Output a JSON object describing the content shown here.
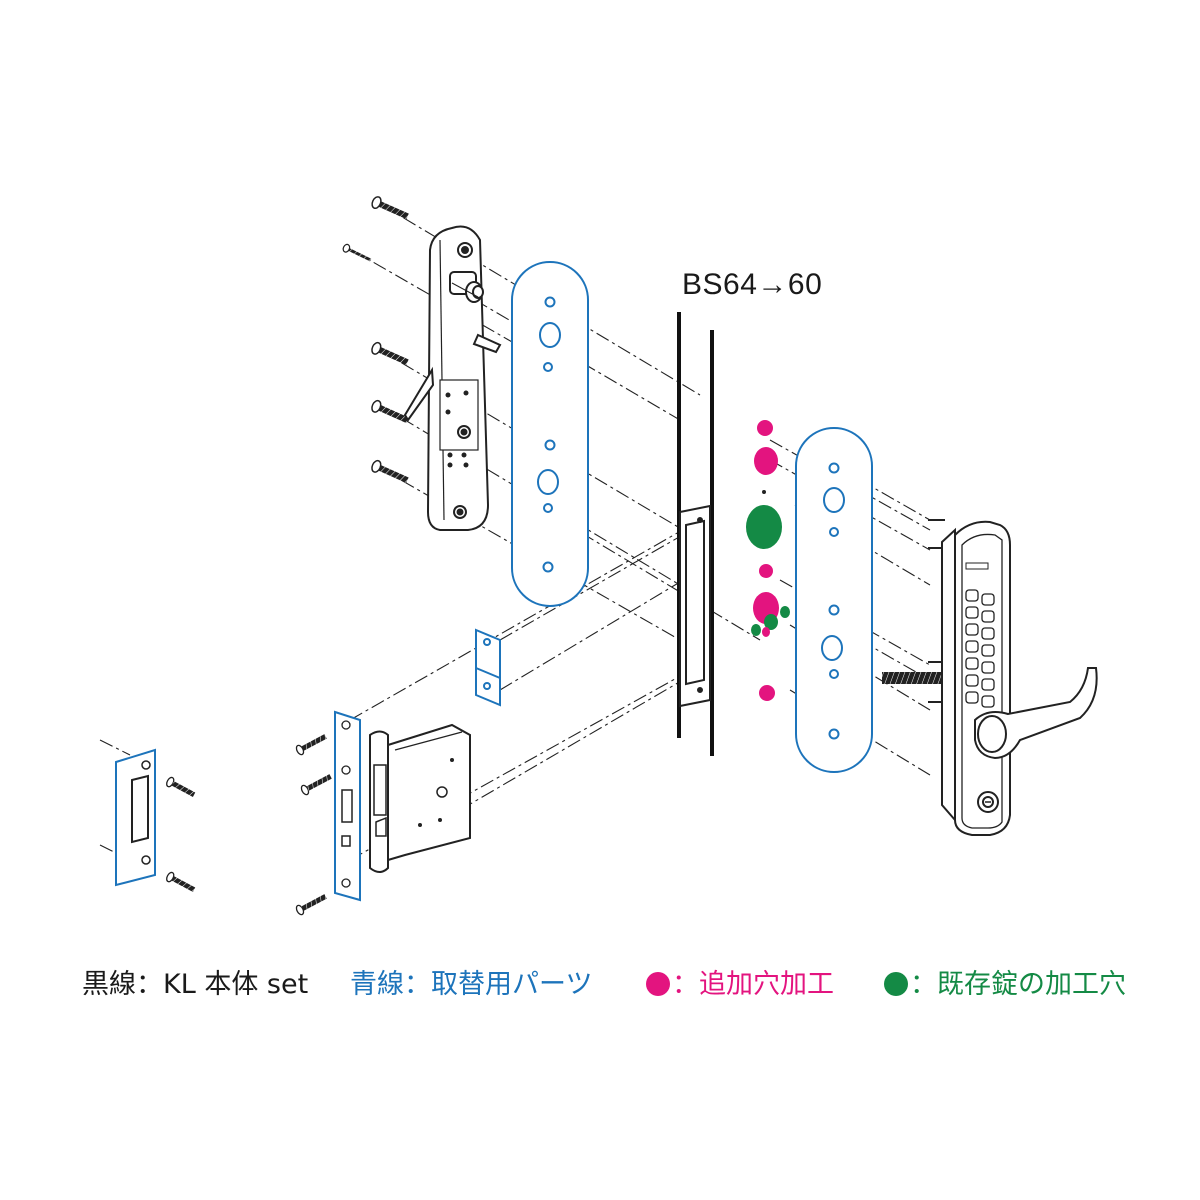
{
  "diagram": {
    "dimension_label": "BS64→60",
    "colors": {
      "line": "#1a1a1a",
      "replacement": "#1d74bb",
      "additional_hole": "#e3147f",
      "existing_hole": "#148a45"
    },
    "legend": {
      "black": "黒線：KL 本体 set",
      "blue": "青線：取替用パーツ",
      "pink": "：追加穴加工",
      "green": "：既存錠の加工穴"
    }
  }
}
